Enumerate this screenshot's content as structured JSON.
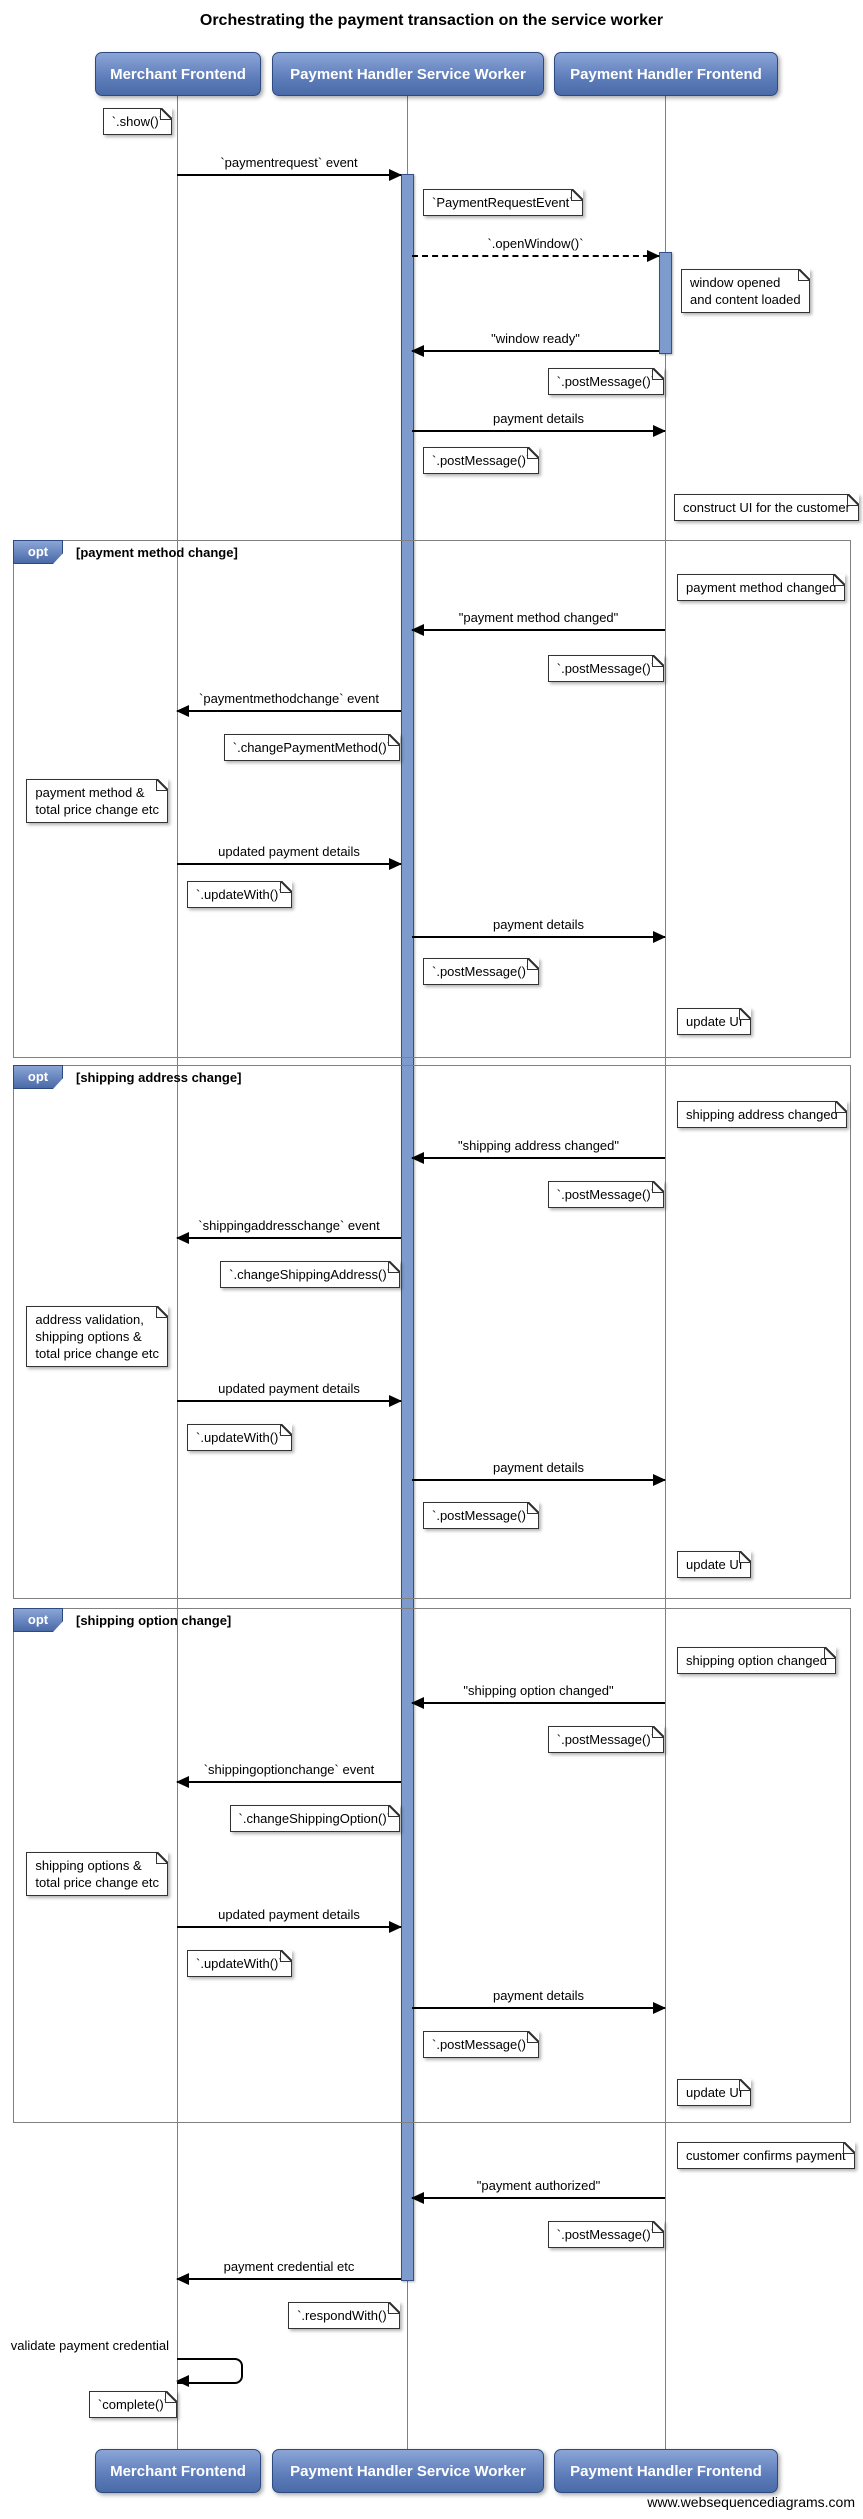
{
  "title": "Orchestrating the payment transaction on the service worker",
  "footer": "www.websequencediagrams.com",
  "colors": {
    "participant_top": "#8ba5d6",
    "participant_bottom": "#4a6aa8",
    "participant_border": "#2c4a80",
    "activation_fill": "#7d9ccd",
    "fragment_border": "#808080",
    "line_color": "#000000",
    "note_bg": "#ffffff"
  },
  "participants": [
    {
      "name": "Merchant Frontend"
    },
    {
      "name": "Payment Handler Service Worker"
    },
    {
      "name": "Payment Handler Frontend"
    }
  ],
  "fragments": [
    {
      "operator": "opt",
      "condition": "[payment method change]"
    },
    {
      "operator": "opt",
      "condition": "[shipping address change]"
    },
    {
      "operator": "opt",
      "condition": "[shipping option change]"
    }
  ],
  "messages": [
    {
      "label": "`paymentrequest` event"
    },
    {
      "label": "`.openWindow()`"
    },
    {
      "label": "\"window ready\""
    },
    {
      "label": "payment details"
    },
    {
      "label": "\"payment method changed\""
    },
    {
      "label": "`paymentmethodchange` event"
    },
    {
      "label": "updated payment details"
    },
    {
      "label": "payment details"
    },
    {
      "label": "\"shipping address changed\""
    },
    {
      "label": "`shippingaddresschange` event"
    },
    {
      "label": "updated payment details"
    },
    {
      "label": "payment details"
    },
    {
      "label": "\"shipping option changed\""
    },
    {
      "label": "`shippingoptionchange` event"
    },
    {
      "label": "updated payment details"
    },
    {
      "label": "payment details"
    },
    {
      "label": "\"payment authorized\""
    },
    {
      "label": "payment credential etc"
    },
    {
      "label": "validate payment credential"
    }
  ],
  "notes": [
    {
      "text": "`.show()`"
    },
    {
      "text": "`PaymentRequestEvent`"
    },
    {
      "text": "window opened\nand content loaded"
    },
    {
      "text": "`.postMessage()`"
    },
    {
      "text": "`.postMessage()`"
    },
    {
      "text": "construct UI for the customer"
    },
    {
      "text": "payment method changed"
    },
    {
      "text": "`.postMessage()`"
    },
    {
      "text": "`.changePaymentMethod()`"
    },
    {
      "text": "payment method &\ntotal price change etc"
    },
    {
      "text": "`.updateWith()`"
    },
    {
      "text": "`.postMessage()`"
    },
    {
      "text": "update UI"
    },
    {
      "text": "shipping address changed"
    },
    {
      "text": "`.postMessage()`"
    },
    {
      "text": "`.changeShippingAddress()`"
    },
    {
      "text": "address validation,\nshipping options &\ntotal price change etc"
    },
    {
      "text": "`.updateWith()`"
    },
    {
      "text": "`.postMessage()`"
    },
    {
      "text": "update UI"
    },
    {
      "text": "shipping option changed"
    },
    {
      "text": "`.postMessage()`"
    },
    {
      "text": "`.changeShippingOption()`"
    },
    {
      "text": "shipping options &\ntotal price change etc"
    },
    {
      "text": "`.updateWith()`"
    },
    {
      "text": "`.postMessage()`"
    },
    {
      "text": "update UI"
    },
    {
      "text": "customer confirms payment"
    },
    {
      "text": "`.postMessage()`"
    },
    {
      "text": "`.respondWith()`"
    },
    {
      "text": "`complete()`"
    }
  ]
}
